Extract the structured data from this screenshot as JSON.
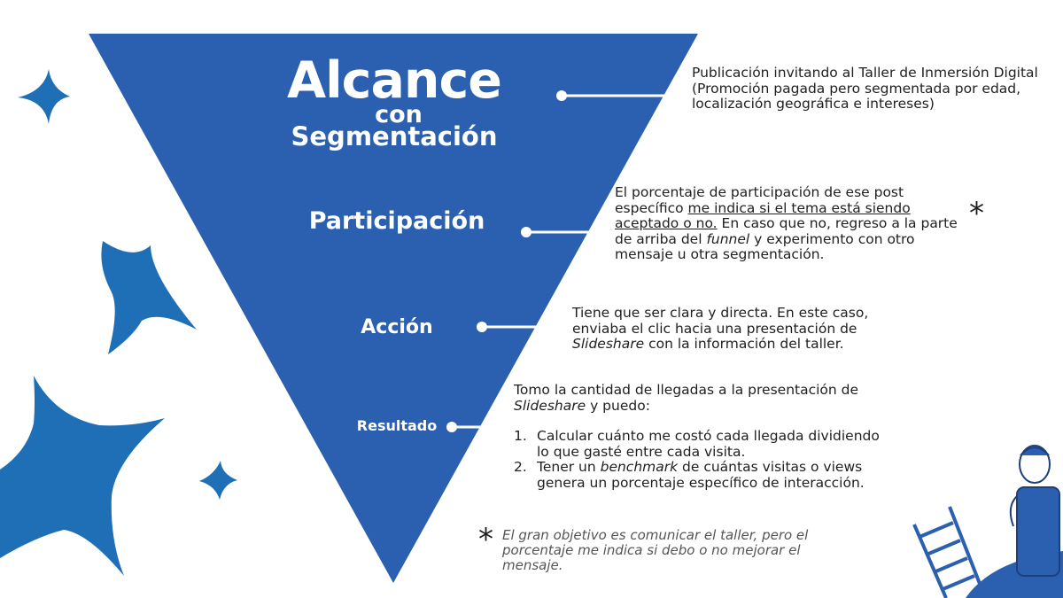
{
  "colors": {
    "funnel_blue": "#2b5fb0",
    "star_blue": "#1f6fb6",
    "connector": "#ffffff",
    "text": "#1f1f1f",
    "note_text": "#555555"
  },
  "stages": {
    "alcance_title": "Alcance",
    "alcance_con": "con",
    "alcance_segmentacion": "Segmentación",
    "participacion": "Participación",
    "accion": "Acción",
    "resultado": "Resultado"
  },
  "descriptions": {
    "alcance": "Publicación invitando al Taller de Inmersión Digital (Promoción pagada pero segmentada por edad, localización geográfica e intereses)",
    "participacion": {
      "part1": "El porcentaje de participación de ese post específico ",
      "underline": "me indica si el tema está siendo aceptado o no.",
      "part2": " En caso que no, regreso a la parte de arriba del ",
      "italic": "funnel",
      "part3": " y experimento con otro mensaje u otra segmentación."
    },
    "accion": {
      "part1": "Tiene que ser clara y directa. En este caso, enviaba el clic hacia una presentación de ",
      "italic": "Slideshare",
      "part2": " con la información del taller."
    },
    "resultado": {
      "part1": "Tomo la cantidad de llegadas a la presentación de ",
      "italic": "Slideshare",
      "part2": " y puedo:"
    },
    "list": {
      "item1_num": "1.",
      "item1": "Calcular cuánto me costó cada llegada dividiendo lo que gasté entre cada visita.",
      "item2_num": "2.",
      "item2_part1": "Tener un ",
      "item2_italic": "benchmark",
      "item2_part2": " de cuántas visitas o views genera un porcentaje específico de interacción."
    }
  },
  "asterisk": "*",
  "note": "El gran objetivo es comunicar el taller, pero el porcentaje me indica si debo o no mejorar el mensaje.",
  "icons": [
    "star-icon",
    "character-illustration",
    "ladder-icon"
  ]
}
